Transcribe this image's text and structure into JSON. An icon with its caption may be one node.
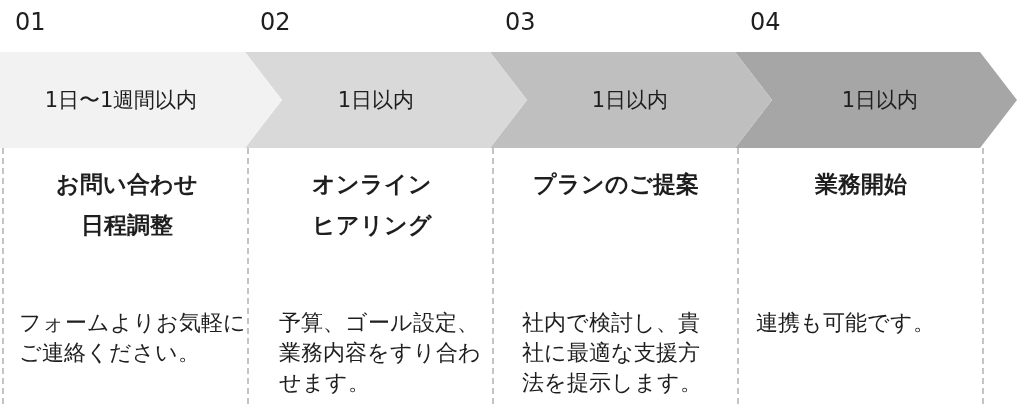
{
  "diagram": {
    "nodes": [
      {
        "text": [
          "1日〜1週間以内"
        ],
        "beside": [
          "01"
        ]
      },
      {
        "text": [
          "お問い合わせ日程調整",
          "フォームよりお気軽にご連絡ください。"
        ]
      },
      {
        "text": [
          "1日以内"
        ],
        "beside": [
          "02"
        ]
      },
      {
        "text": [
          "オンラインヒアリング",
          "予算、ゴール設定、業務内容をすり合わせます。"
        ]
      },
      {
        "text": [
          "1日以内"
        ],
        "beside": [
          "03"
        ]
      },
      {
        "text": [
          "プランのご提案",
          "社内で検討し、貴社に最適な支援方法を提示します。"
        ]
      },
      {
        "text": [
          "1日以内"
        ],
        "beside": [
          "04"
        ]
      },
      {
        "text": [
          "業務開始",
          "連携も可能です。"
        ]
      }
    ]
  }
}
